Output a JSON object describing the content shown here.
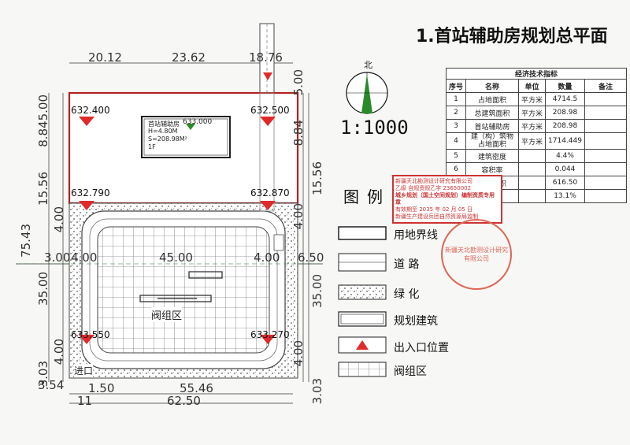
{
  "title": "1.首站辅助房规划总平面",
  "dims_top": [
    "20.12",
    "23.62",
    "18.76"
  ],
  "dims_bottom": [
    "1.50",
    "55.46",
    "11",
    "62.50",
    "3.54"
  ],
  "dims_left": [
    "8.845.00",
    "15.56",
    "4.00",
    "35.00",
    "4.00",
    "3.03",
    "75.43",
    "3.00"
  ],
  "dims_right": [
    "5.00",
    "8.84",
    "15.56",
    "4.00",
    "35.00",
    "4.00",
    "3.03",
    "6.50"
  ],
  "dims_inner": [
    "4.00",
    "45.00",
    "4.00"
  ],
  "elevations": [
    "632.400",
    "632.500",
    "632.790",
    "632.870",
    "633.550",
    "633.270",
    "633.000"
  ],
  "building": {
    "name": "首站辅助房",
    "height": "H=4.80M",
    "area": "S=208.98M²",
    "floors": "1F"
  },
  "labels": {
    "valve": "阀组区",
    "entry": "进口",
    "north": "北",
    "scale": "1:1000"
  },
  "legend": {
    "title": "图例",
    "items": [
      "用地界线",
      "道 路",
      "绿 化",
      "规划建筑",
      "出入口位置",
      "阀组区"
    ]
  },
  "econ_table": {
    "title": "经济技术指标",
    "headers": [
      "序号",
      "名称",
      "单位",
      "数量",
      "备注"
    ],
    "rows": [
      [
        "1",
        "占地面积",
        "平方米",
        "4714.5",
        ""
      ],
      [
        "2",
        "总建筑面积",
        "平方米",
        "208.98",
        ""
      ],
      [
        "3",
        "首站辅助房",
        "平方米",
        "208.98",
        ""
      ],
      [
        "4",
        "建（构）筑物占地面积",
        "平方米",
        "1714.449",
        ""
      ],
      [
        "5",
        "建筑密度",
        "",
        "4.4%",
        ""
      ],
      [
        "6",
        "容积率",
        "",
        "0.044",
        ""
      ],
      [
        "7",
        "绿化面积",
        "",
        "616.50",
        ""
      ],
      [
        "8",
        "绿地率",
        "",
        "13.1%",
        ""
      ]
    ]
  },
  "stamp": {
    "line1": "新疆天北勘测设计研究有限公司",
    "line2": "乙级 自规资规乙字 23650002",
    "line3": "城乡规划（国土空间规划）编制资质专用章",
    "line4": "有效期至 2035 年 02 月 05 日",
    "line5": "新疆生产建设兵团自然资源局监制"
  },
  "seal_text": "新疆天北勘测设计研究有限公司",
  "colors": {
    "boundary": "#b22222",
    "entry": "#e02a2a",
    "north": "#2a8a2a"
  }
}
